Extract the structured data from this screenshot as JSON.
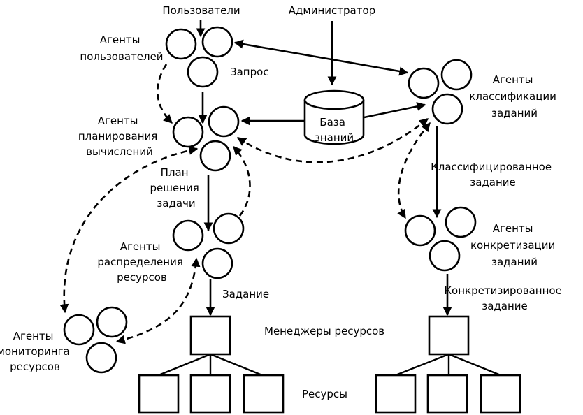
{
  "labels": {
    "users": "Пользователи",
    "admin": "Администратор",
    "user_agents": [
      "Агенты",
      "пользователей"
    ],
    "request": "Запрос",
    "classification_agents": [
      "Агенты",
      "классификации",
      "заданий"
    ],
    "knowledge_base": [
      "База",
      "знаний"
    ],
    "planning_agents": [
      "Агенты",
      "планирования",
      "вычислений"
    ],
    "plan": [
      "План",
      "решения",
      "задачи"
    ],
    "classified_task": [
      "Классифицированное",
      "задание"
    ],
    "distribution_agents": [
      "Агенты",
      "распределения",
      "ресурсов"
    ],
    "concretization_agents": [
      "Агенты",
      "конкретизации",
      "заданий"
    ],
    "task": "Задание",
    "concretized_task": [
      "Конкретизированное",
      "задание"
    ],
    "monitoring_agents": [
      "Агенты",
      "мониторинга",
      "ресурсов"
    ],
    "resource_managers": "Менеджеры ресурсов",
    "resources": "Ресурсы"
  },
  "colors": {
    "stroke": "#000000",
    "background": "#ffffff"
  }
}
